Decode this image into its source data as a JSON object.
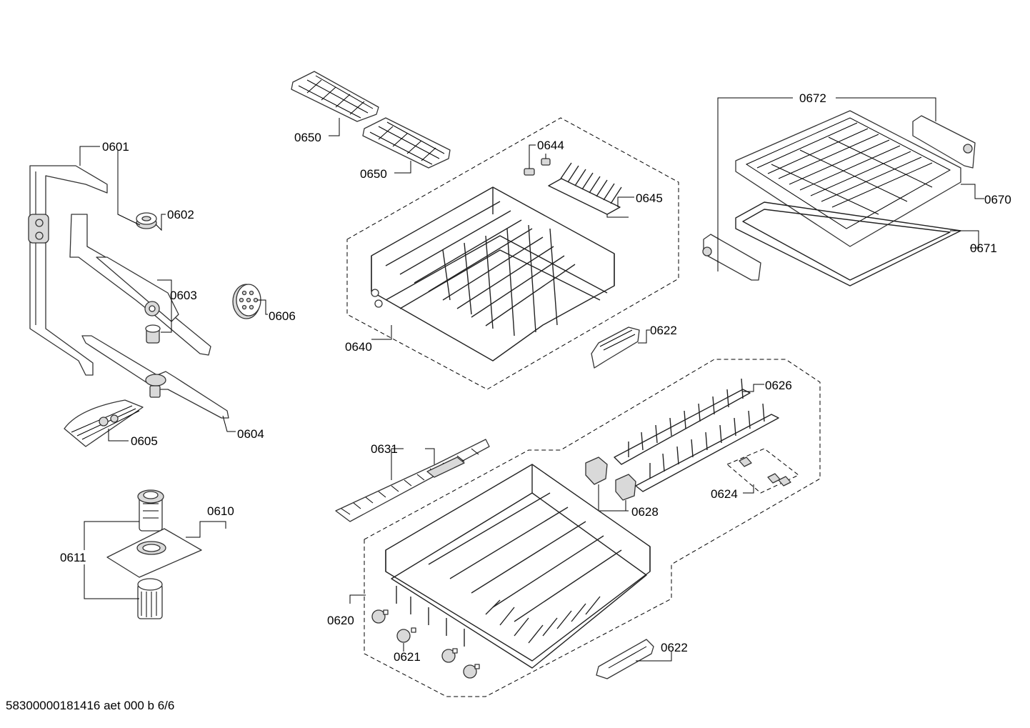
{
  "diagram": {
    "footer": "58300000181416 aet 000 b 6/6",
    "labels": {
      "p0601": "0601",
      "p0602": "0602",
      "p0603": "0603",
      "p0604": "0604",
      "p0605": "0605",
      "p0606": "0606",
      "p0610": "0610",
      "p0611": "0611",
      "p0620": "0620",
      "p0621": "0621",
      "p0622a": "0622",
      "p0622b": "0622",
      "p0624": "0624",
      "p0626": "0626",
      "p0628": "0628",
      "p0631": "0631",
      "p0640": "0640",
      "p0644": "0644",
      "p0645": "0645",
      "p0650a": "0650",
      "p0650b": "0650",
      "p0670": "0670",
      "p0671": "0671",
      "p0672": "0672"
    }
  }
}
